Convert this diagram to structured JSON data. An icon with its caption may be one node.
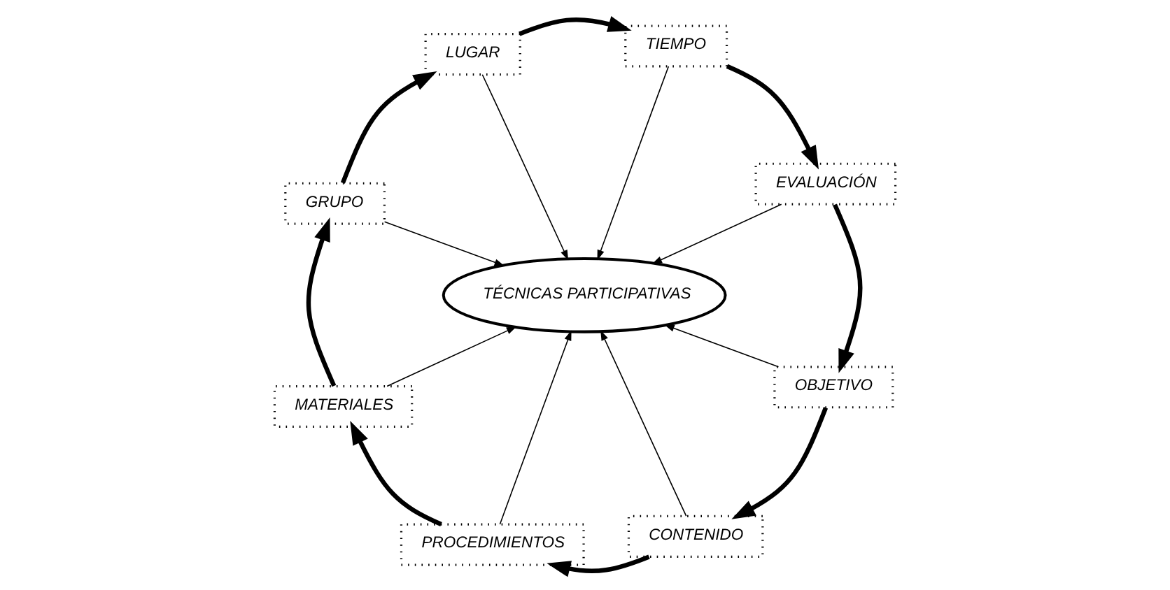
{
  "diagram": {
    "nodes": [
      {
        "text": [
          "TÉCNICAS PARTICIPATIVAS"
        ]
      },
      {
        "text": [
          "EVALUACIÓN"
        ]
      },
      {
        "text": [
          "OBJETIVO"
        ]
      },
      {
        "text": [
          "TIEMPO"
        ]
      },
      {
        "text": [
          "CONTENIDO"
        ]
      },
      {
        "text": [
          "LUGAR"
        ]
      },
      {
        "text": [
          "PROCEDIMIENTOS"
        ]
      },
      {
        "text": [
          "GRUPO"
        ]
      },
      {
        "text": [
          "MATERIALES"
        ]
      }
    ],
    "edges": [
      {
        "from": 1,
        "to": 0,
        "arrow": "to"
      },
      {
        "from": 2,
        "to": 0,
        "arrow": "to"
      },
      {
        "from": 3,
        "to": 0,
        "arrow": "to"
      },
      {
        "from": 4,
        "to": 0,
        "arrow": "to"
      },
      {
        "from": 5,
        "to": 0,
        "arrow": "to"
      },
      {
        "from": 6,
        "to": 0,
        "arrow": "to"
      },
      {
        "from": 7,
        "to": 0,
        "arrow": "to"
      },
      {
        "from": 8,
        "to": 0,
        "arrow": "to"
      },
      {
        "from": 1,
        "to": 2,
        "arrow": "to",
        "style": "thick"
      },
      {
        "from": 2,
        "to": 4,
        "arrow": "to",
        "style": "thick"
      },
      {
        "from": 4,
        "to": 6,
        "arrow": "to",
        "style": "thick"
      },
      {
        "from": 6,
        "to": 8,
        "arrow": "to",
        "style": "thick"
      },
      {
        "from": 8,
        "to": 7,
        "arrow": "to",
        "style": "thick"
      },
      {
        "from": 7,
        "to": 5,
        "arrow": "to",
        "style": "thick"
      },
      {
        "from": 5,
        "to": 3,
        "arrow": "to",
        "style": "thick"
      },
      {
        "from": 3,
        "to": 1,
        "arrow": "to",
        "style": "thick"
      }
    ]
  }
}
